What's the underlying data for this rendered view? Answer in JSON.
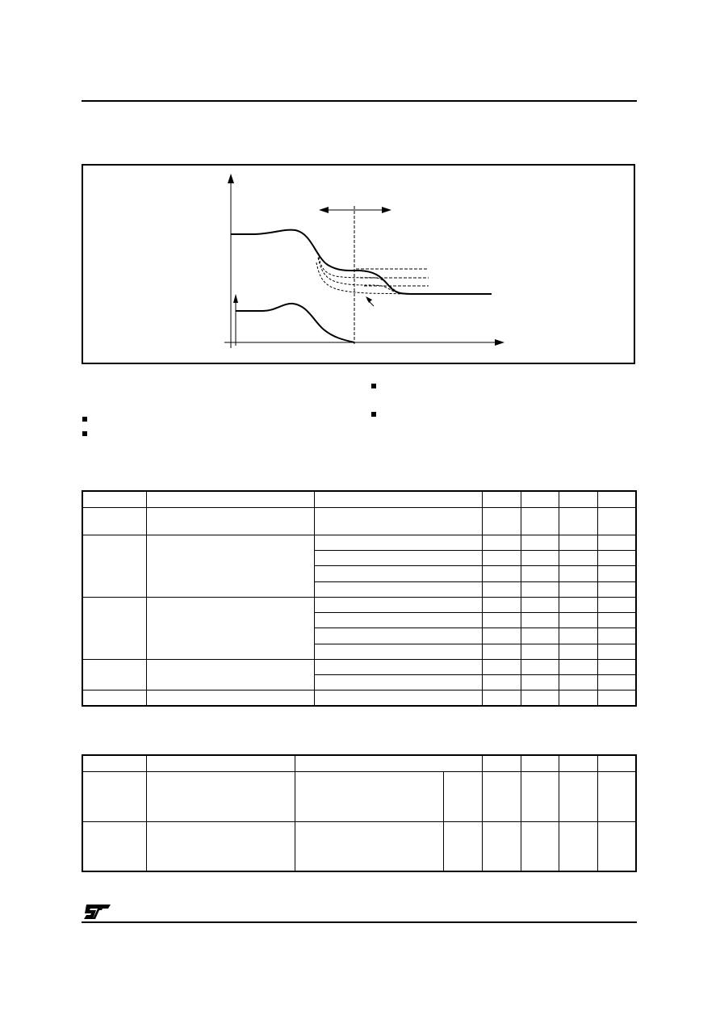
{
  "page": {
    "header_rule": true,
    "footer_rule": true
  },
  "logo": {
    "name": "st-logo",
    "text": "ST"
  },
  "figure": {
    "caption": "",
    "curves": [
      "upper-solid",
      "upper-dashed-1",
      "upper-dashed-2",
      "upper-dashed-3",
      "lower-solid"
    ]
  },
  "bullets": {
    "right": [
      "",
      ""
    ],
    "left": [
      "",
      ""
    ]
  },
  "table1": {
    "columns": [
      "",
      "",
      "",
      "",
      "",
      "",
      ""
    ],
    "rows": 13
  },
  "table2": {
    "columns": [
      "",
      "",
      "",
      "",
      "",
      "",
      ""
    ],
    "rows": 3
  }
}
